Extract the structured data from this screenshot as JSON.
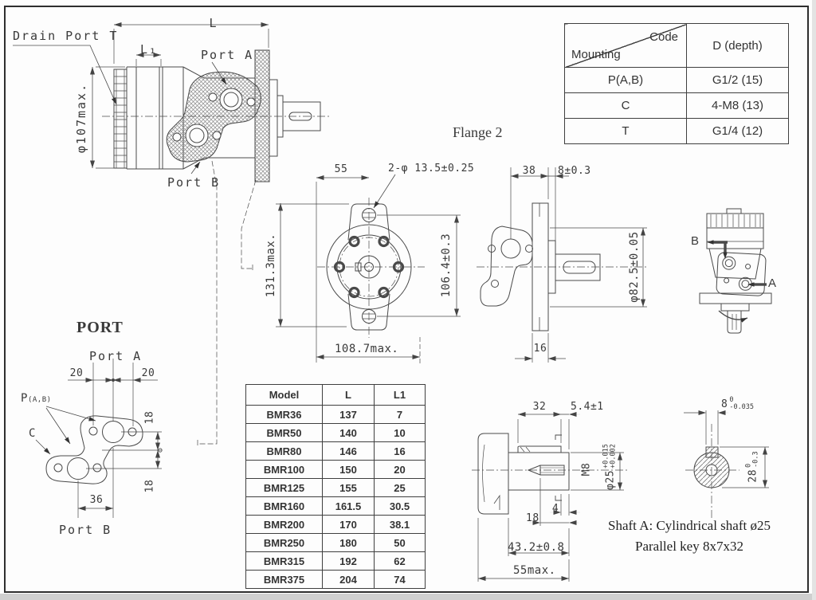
{
  "colors": {
    "line": "#4a4a4a",
    "text": "#3a3a3a",
    "frame": "#2e2e2e"
  },
  "mounting_table": {
    "corner": {
      "top_label": "Code",
      "bottom_label": "Mounting"
    },
    "col2_header": "D (depth)",
    "rows": [
      [
        "P(A,B)",
        "G1/2  (15)"
      ],
      [
        "C",
        "4-M8  (13)"
      ],
      [
        "T",
        "G1/4  (12)"
      ]
    ]
  },
  "model_table": {
    "headers": [
      "Model",
      "L",
      "L1"
    ],
    "rows": [
      [
        "BMR36",
        "137",
        "7"
      ],
      [
        "BMR50",
        "140",
        "10"
      ],
      [
        "BMR80",
        "146",
        "16"
      ],
      [
        "BMR100",
        "150",
        "20"
      ],
      [
        "BMR125",
        "155",
        "25"
      ],
      [
        "BMR160",
        "161.5",
        "30.5"
      ],
      [
        "BMR200",
        "170",
        "38.1"
      ],
      [
        "BMR250",
        "180",
        "50"
      ],
      [
        "BMR315",
        "192",
        "62"
      ],
      [
        "BMR375",
        "204",
        "74"
      ]
    ]
  },
  "side_view": {
    "drain_port": "Drain Port T",
    "dim_l": "L",
    "dim_l1": "L₁",
    "port_a": "Port A",
    "port_b": "Port B",
    "dim_dia": "φ107max."
  },
  "flange_view": {
    "title": "Flange 2",
    "dim_55": "55",
    "dim_holes": "2-φ 13.5±0.25",
    "dim_height": "131.3max.",
    "dim_bc": "106.4±0.3",
    "dim_width": "108.7max."
  },
  "side_view2": {
    "dim_38": "38",
    "dim_8": "8±0.3",
    "dim_dia": "φ82.5±0.05",
    "dim_16": "16"
  },
  "iso_view": {
    "label_a": "A",
    "label_b": "B"
  },
  "port_view": {
    "title": "PORT",
    "port_a": "Port A",
    "port_b": "Port B",
    "dim_20_left": "20",
    "dim_20_right": "20",
    "label_p": "P",
    "label_p_sub": "(A,B)",
    "label_c": "C",
    "dim_18_top": "18",
    "dim_18_bottom": "18",
    "dim_36": "36"
  },
  "shaft_view": {
    "dim_32": "32",
    "dim_54": "5.4±1",
    "dim_m8": "M8",
    "dia_base": "φ25",
    "dia_tol_up": "+0.015",
    "dia_tol_low": "+0.002",
    "dim_4": "4",
    "dim_18": "18",
    "dim_43": "43.2±0.8",
    "dim_55": "55max.",
    "key_base": "8",
    "key_tol_up": "0",
    "key_tol_low": "-0.035",
    "sec_base": "28",
    "sec_tol_up": "0",
    "sec_tol_low": "-0.3"
  },
  "notes": {
    "line1": "Shaft A: Cylindrical shaft ø25",
    "line2": "Parallel key 8x7x32"
  }
}
